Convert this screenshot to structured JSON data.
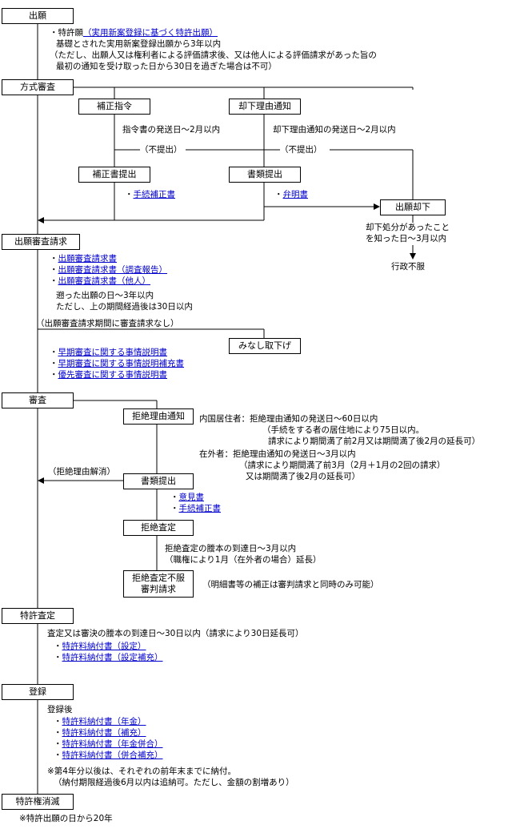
{
  "nodes": {
    "application": "出願",
    "formality_exam": "方式審査",
    "correction_order": "補正指令",
    "dismissal_notice": "却下理由通知",
    "amendment_submit": "補正書提出",
    "document_submit": "書類提出",
    "application_dismissal": "出願却下",
    "exam_request": "出願審査請求",
    "deemed_withdrawal": "みなし取下げ",
    "examination": "審査",
    "rejection_notice": "拒絶理由通知",
    "doc_submit2": "書類提出",
    "rejection_decision": "拒絶査定",
    "appeal_line1": "拒絶査定不服",
    "appeal_line2": "審判請求",
    "patent_decision": "特許査定",
    "registration": "登録",
    "patent_extinction": "特許権消滅"
  },
  "application": {
    "bullet_prefix": "・特許願",
    "bullet_link": "（実用新案登録に基づく特許出願）",
    "note1": "基礎とされた実用新案登録出願から3年以内",
    "note2": "（ただし、出願人又は権利者による評価請求後、又は他人による評価請求があった旨の",
    "note3": "最初の通知を受け取った日から30日を過ぎた場合は不可）"
  },
  "formality": {
    "order_deadline": "指令書の発送日～2月以内",
    "notice_deadline": "却下理由通知の発送日～2月以内",
    "no_submit_1": "（不提出）",
    "no_submit_2": "（不提出）",
    "link_amend": "手続補正書",
    "link_explain": "弁明書",
    "dismissal_note1": "却下処分があったこと",
    "dismissal_note2": "を知った日～3月以内",
    "admin_appeal": "行政不服"
  },
  "exam_request": {
    "links": [
      "出願審査請求書",
      "出願審査請求書（調査報告）",
      "出願審査請求書（他人）"
    ],
    "note1": "遡った出願の日～3年以内",
    "note2": "ただし、上の期間経過後は30日以内",
    "no_request": "（出願審査請求期間に審査請求なし）",
    "links2": [
      "早期審査に関する事情説明書",
      "早期審査に関する事情説明補充書",
      "優先審査に関する事情説明書"
    ]
  },
  "examination": {
    "domestic1": "内国居住者：拒絶理由通知の発送日～60日以内",
    "domestic2": "（手続をする者の居住地により75日以内。",
    "domestic3": "請求により期間満了前2月又は期間満了後2月の延長可）",
    "foreign1": "在外者：拒絶理由通知の発送日～3月以内",
    "foreign2": "（請求により期間満了前3月（2月＋1月の2回の請求）",
    "foreign3": "又は期間満了後2月の延長可）",
    "resolved": "（拒絶理由解消）",
    "links": [
      "意見書",
      "手続補正書"
    ],
    "decision1": "拒絶査定の謄本の到達日～3月以内",
    "decision2": "（職権により1月（在外者の場合）延長）",
    "amend_note": "（明細書等の補正は審判請求と同時のみ可能）"
  },
  "patent_decision": {
    "note": "査定又は審決の謄本の到達日～30日以内（請求により30日延長可）",
    "links": [
      "特許料納付書（設定）",
      "特許料納付書（設定補充）"
    ]
  },
  "registration": {
    "after": "登録後",
    "links": [
      "特許料納付書（年金）",
      "特許料納付書（補充）",
      "特許料納付書（年金併合）",
      "特許料納付書（併合補充）"
    ],
    "note1": "※第4年分以後は、それぞれの前年末までに納付。",
    "note2": "（納付期限経過後6月以内は追納可。ただし、金額の割増あり）"
  },
  "extinction": {
    "note": "※特許出願の日から20年"
  }
}
